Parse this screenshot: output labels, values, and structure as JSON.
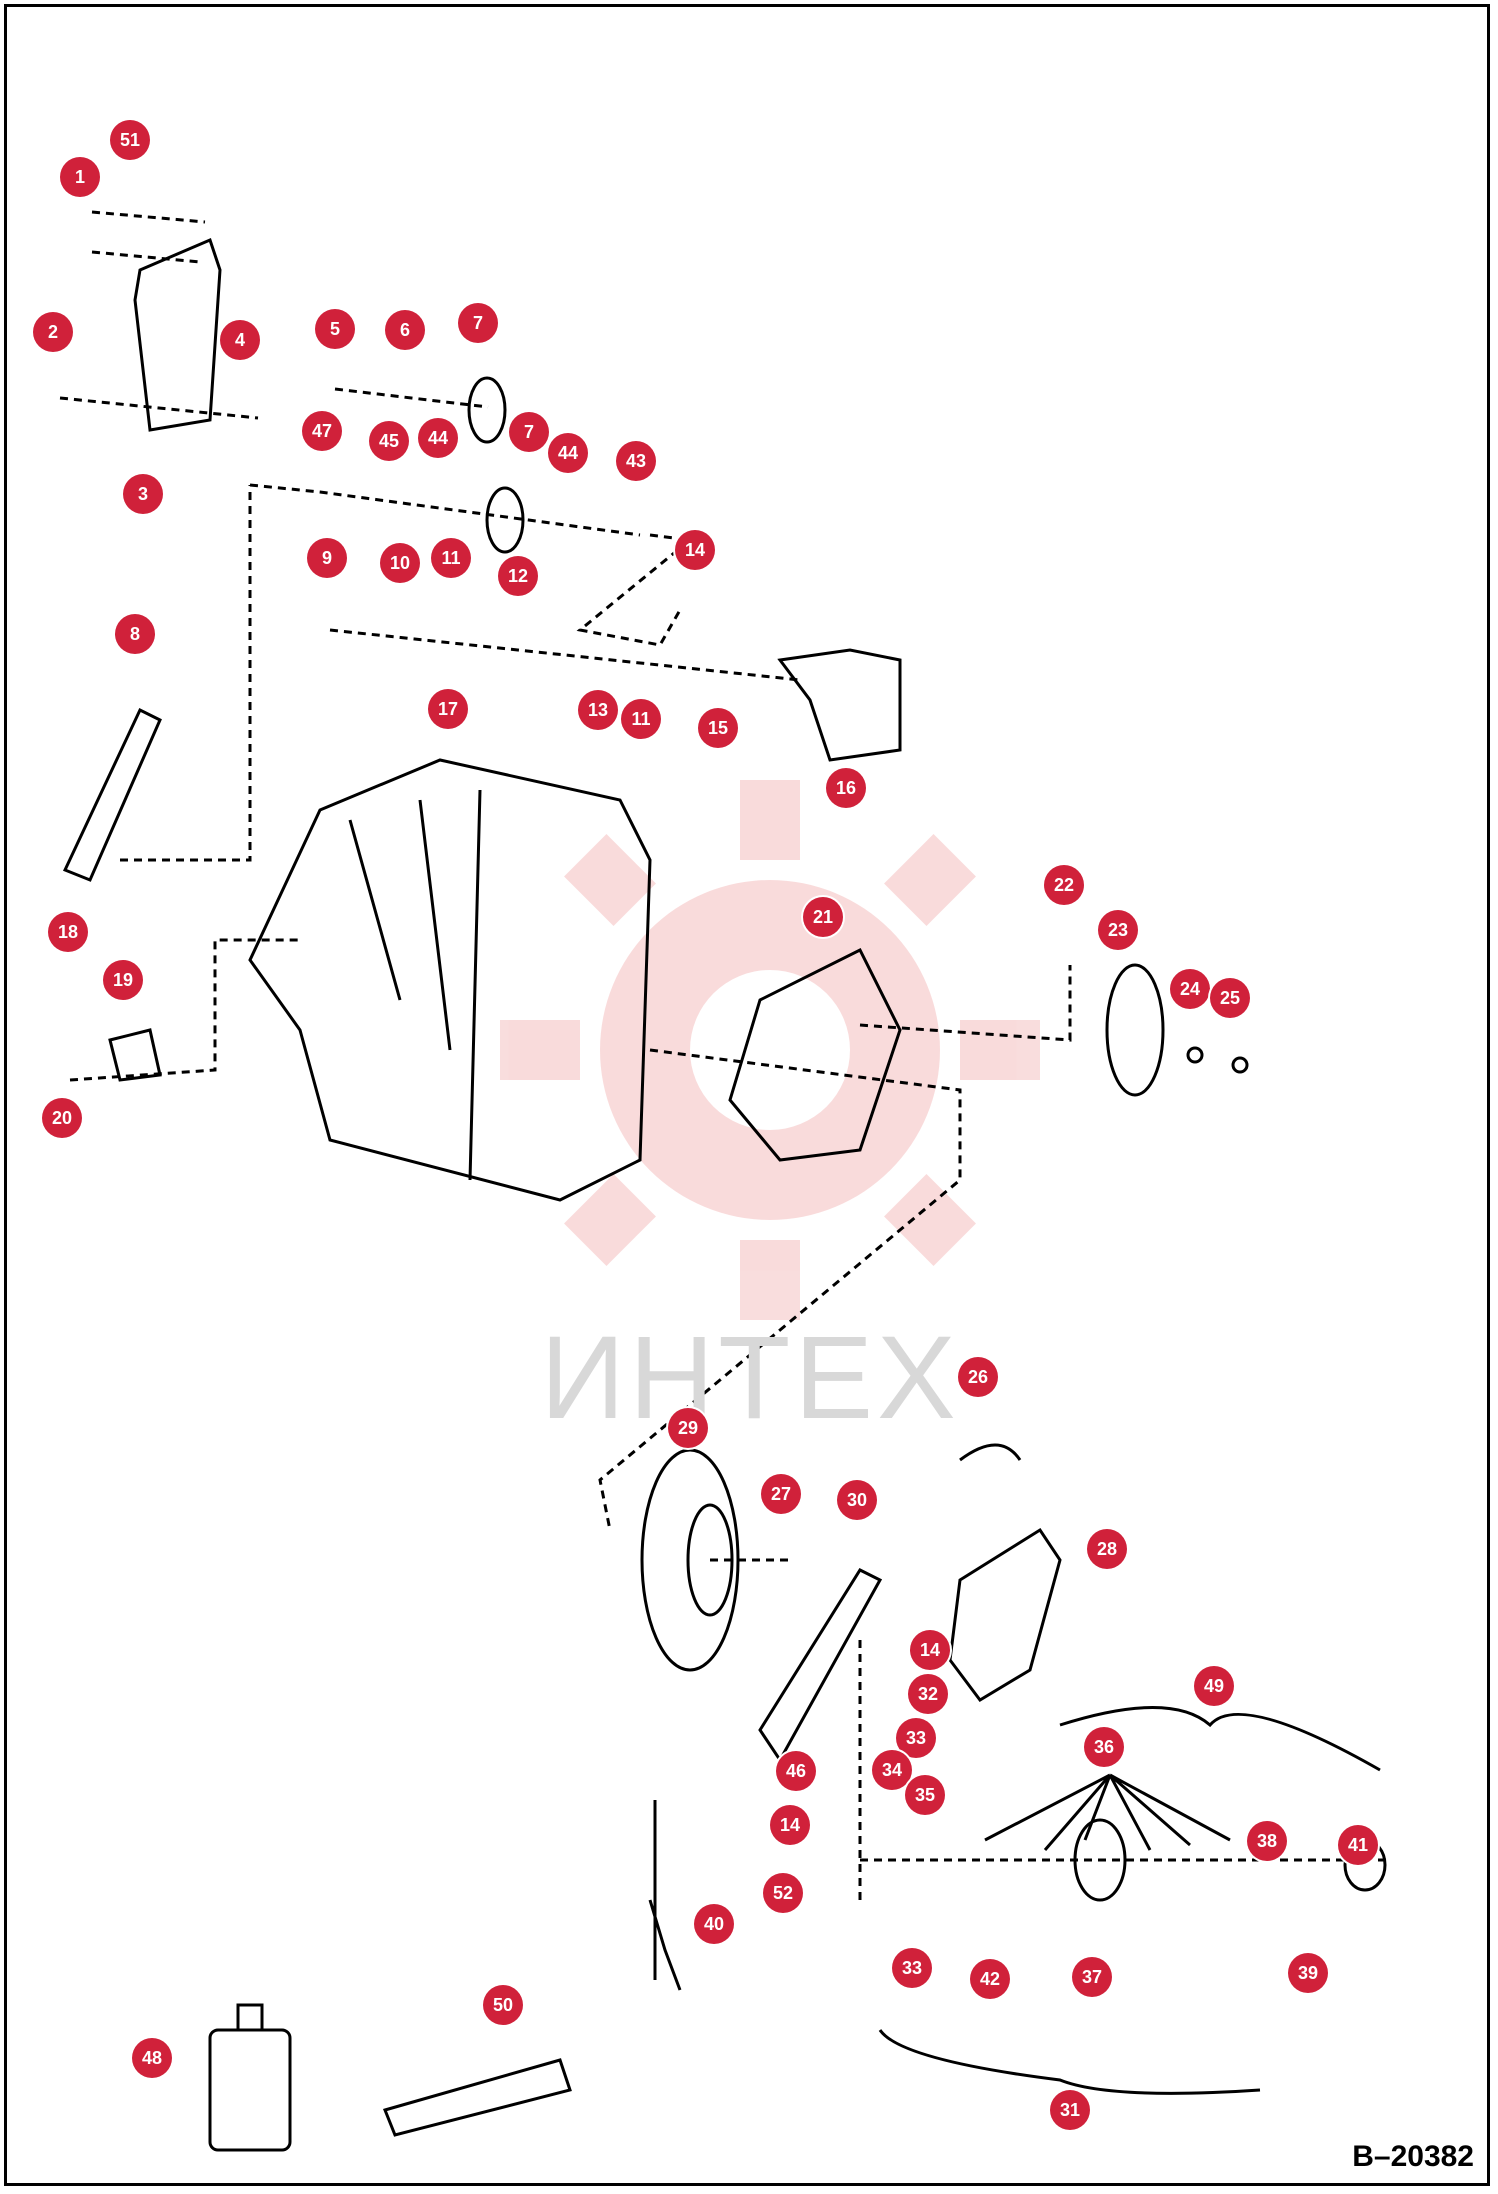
{
  "doc_number": "B–20382",
  "watermark_text": "ИНТЕХ",
  "colors": {
    "callout": "#d0213a",
    "watermark": "#f3c8c8",
    "line": "#000000"
  },
  "callouts": [
    "1",
    "2",
    "3",
    "4",
    "5",
    "6",
    "7",
    "7",
    "8",
    "9",
    "10",
    "11",
    "11",
    "12",
    "13",
    "14",
    "14",
    "14",
    "15",
    "16",
    "17",
    "18",
    "19",
    "20",
    "21",
    "22",
    "23",
    "24",
    "25",
    "26",
    "27",
    "28",
    "29",
    "30",
    "31",
    "32",
    "33",
    "33",
    "34",
    "35",
    "36",
    "37",
    "38",
    "39",
    "40",
    "41",
    "42",
    "43",
    "44",
    "44",
    "45",
    "46",
    "47",
    "48",
    "49",
    "50",
    "51",
    "52"
  ]
}
